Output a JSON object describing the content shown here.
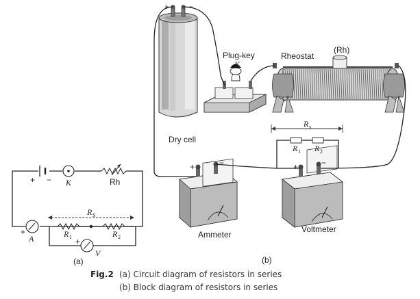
{
  "apparatus": {
    "plug_key": "Plug-key",
    "plug_key_symbol": "K",
    "rheostat": "Rheostat",
    "rheostat_symbol": "(Rh)",
    "dry_cell": "Dry cell",
    "ammeter": "Ammeter",
    "voltmeter": "Voltmeter",
    "rs": "R",
    "rs_sub": "s",
    "r1": "R",
    "r1_sub": "1",
    "r2": "R",
    "r2_sub": "2",
    "cell_plus": "+",
    "cell_minus": "−",
    "amm_plus": "+",
    "amm_minus": "−",
    "volt_plus": "+",
    "volt_minus": "−",
    "panel_tag": "(b)"
  },
  "circuit": {
    "plus": "+",
    "minus": "−",
    "key": "K",
    "rheostat": "Rh",
    "rs": "R",
    "rs_sub": "S",
    "r1": "R",
    "r1_sub": "1",
    "r2": "R",
    "r2_sub": "2",
    "ammeter_plus": "+",
    "ammeter": "A",
    "voltmeter_plus": "+",
    "voltmeter": "V",
    "panel_tag": "(a)"
  },
  "caption": {
    "fig_label": "Fig.2",
    "line1": "(a) Circuit diagram of resistors in series",
    "line2": "(b) Block diagram of resistors in series"
  }
}
